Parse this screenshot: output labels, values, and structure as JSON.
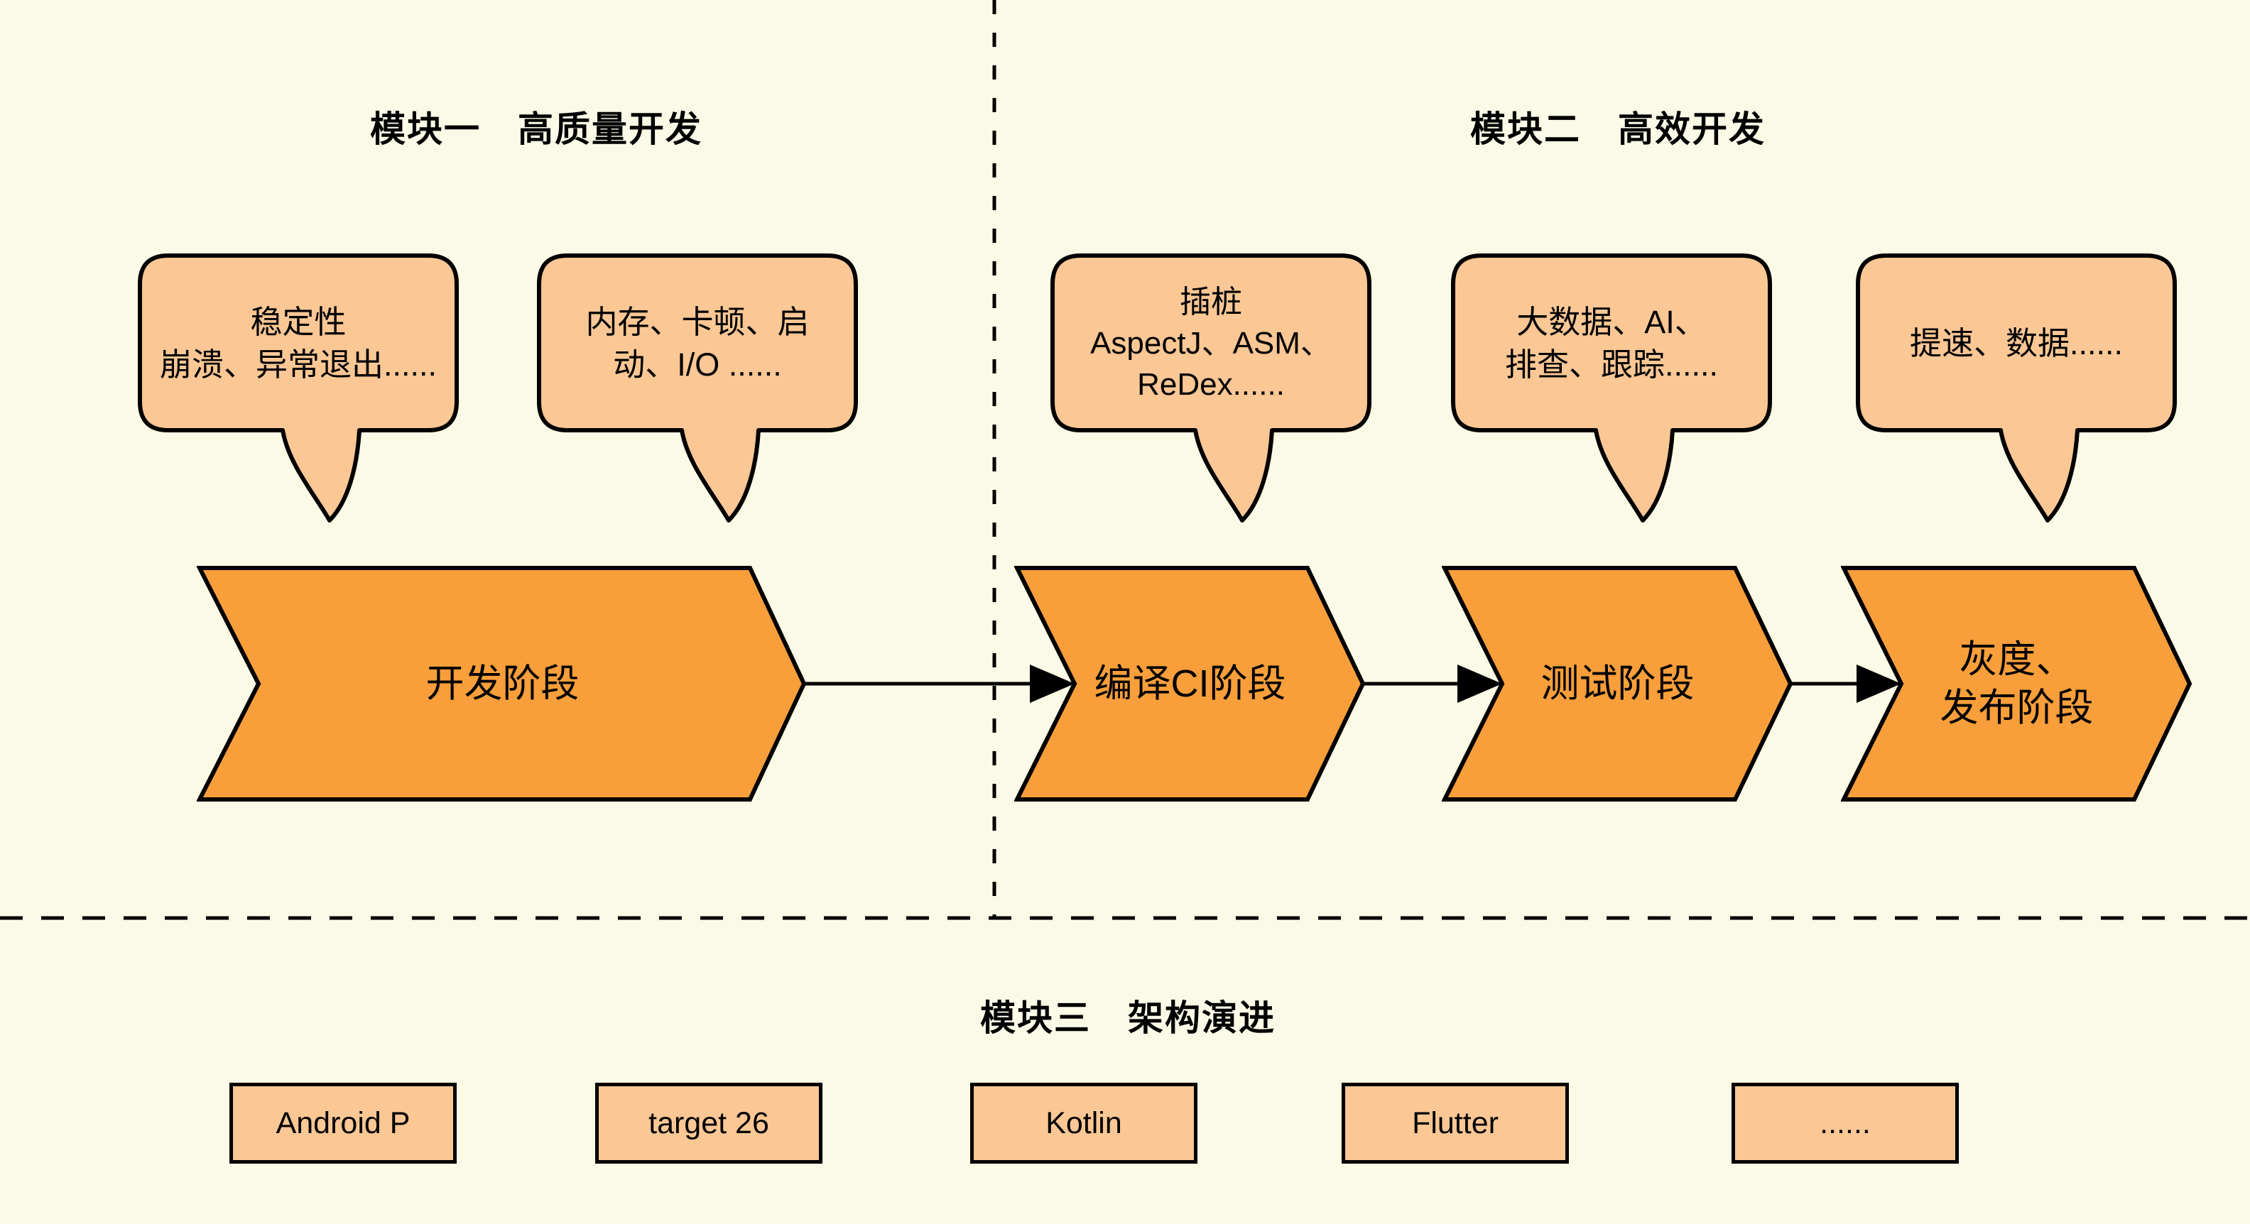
{
  "colors": {
    "background": "#FAFAE6",
    "stage_fill": "#F89F3B",
    "callout_fill": "#FAC795",
    "line": "#000000",
    "text": "#000000"
  },
  "modules": {
    "module1": {
      "title": "模块一　高质量开发"
    },
    "module2": {
      "title": "模块二　高效开发"
    },
    "module3": {
      "title": "模块三　架构演进"
    }
  },
  "callouts": {
    "stability": {
      "lines": [
        "稳定性",
        "崩溃、异常退出......"
      ]
    },
    "performance": {
      "lines": [
        "内存、卡顿、启",
        "动、I/O ......"
      ]
    },
    "instrumentation": {
      "lines": [
        "插桩",
        "AspectJ、ASM、",
        "ReDex......"
      ]
    },
    "bigdata": {
      "lines": [
        "大数据、AI、",
        "排查、跟踪......"
      ]
    },
    "speed": {
      "lines": [
        "提速、数据......"
      ]
    }
  },
  "stages": {
    "development": {
      "label": "开发阶段"
    },
    "compile_ci": {
      "label": "编译CI阶段"
    },
    "testing": {
      "label": "测试阶段"
    },
    "release": {
      "lines": [
        "灰度、",
        "发布阶段"
      ]
    }
  },
  "tags": {
    "android_p": "Android P",
    "target_26": "target 26",
    "kotlin": "Kotlin",
    "flutter": "Flutter",
    "more": "......"
  }
}
